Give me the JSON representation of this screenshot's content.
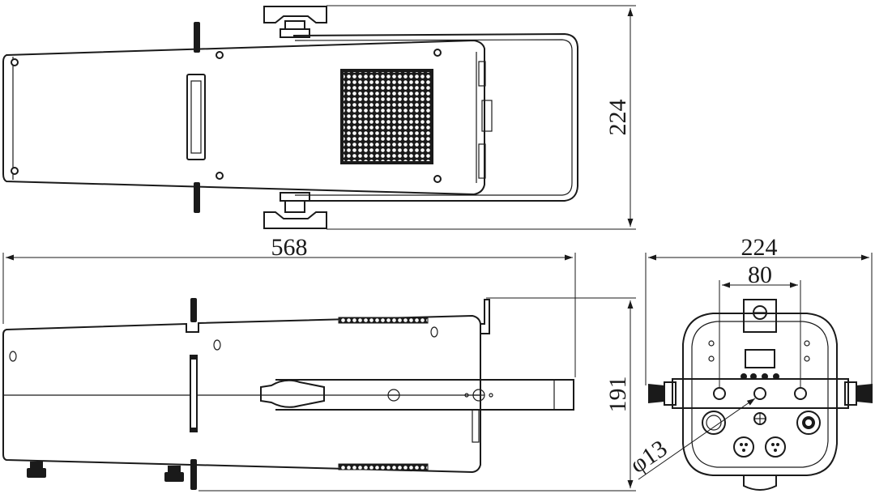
{
  "dimensions": {
    "top_height": "224",
    "length": "568",
    "side_height": "191",
    "back_width": "224",
    "bracket_spacing": "80",
    "hole_diameter": "φ13"
  },
  "colors": {
    "line": "#1a1a1a",
    "background": "#ffffff"
  }
}
